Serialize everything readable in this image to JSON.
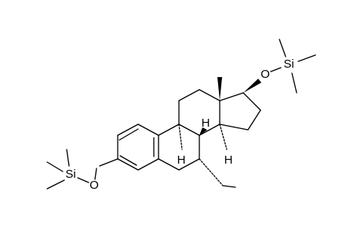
{
  "molecule": {
    "atom_labels": {
      "si_left": "Si",
      "o_left": "O",
      "si_right": "Si",
      "o_right": "O",
      "h_c8": "H",
      "h_c9": "H",
      "h_c14": "H"
    },
    "colors": {
      "bond": "#000000",
      "background": "#ffffff"
    }
  }
}
